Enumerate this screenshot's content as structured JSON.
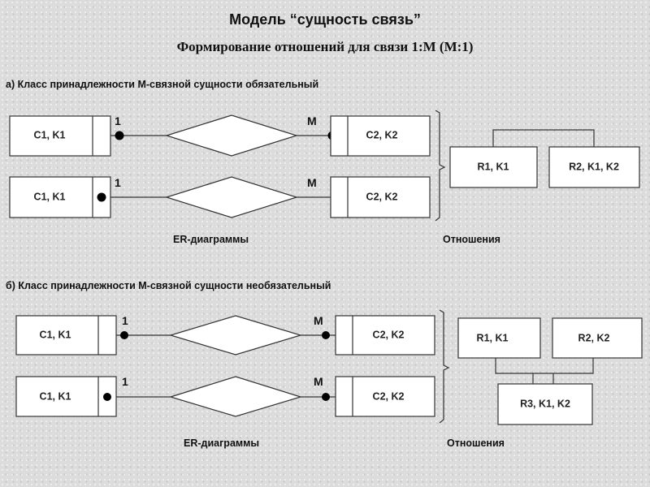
{
  "title": "Модель “сущность связь”",
  "subtitle": "Формирование отношений для связи 1:M (M:1)",
  "section_a": {
    "heading": "а) Класс принадлежности М-связной сущности обязательный",
    "er_caption": "ER-диаграммы",
    "relations_caption": "Отношения",
    "diagrams": [
      {
        "left_entity": "C1, K1",
        "right_entity": "C2, K2",
        "card_left": "1",
        "card_right": "M"
      },
      {
        "left_entity": "C1, K1",
        "right_entity": "C2, K2",
        "card_left": "1",
        "card_right": "M"
      }
    ],
    "relations": [
      "R1, K1",
      "R2, K1, K2"
    ]
  },
  "section_b": {
    "heading": "б) Класс принадлежности М-связной сущности необязательный",
    "er_caption": "ER-диаграммы",
    "relations_caption": "Отношения",
    "diagrams": [
      {
        "left_entity": "C1, K1",
        "right_entity": "C2, K2",
        "card_left": "1",
        "card_right": "M"
      },
      {
        "left_entity": "C1, K1",
        "right_entity": "C2, K2",
        "card_left": "1",
        "card_right": "M"
      }
    ],
    "relations": [
      "R1, K1",
      "R2, K2",
      "R3, K1, K2"
    ]
  }
}
